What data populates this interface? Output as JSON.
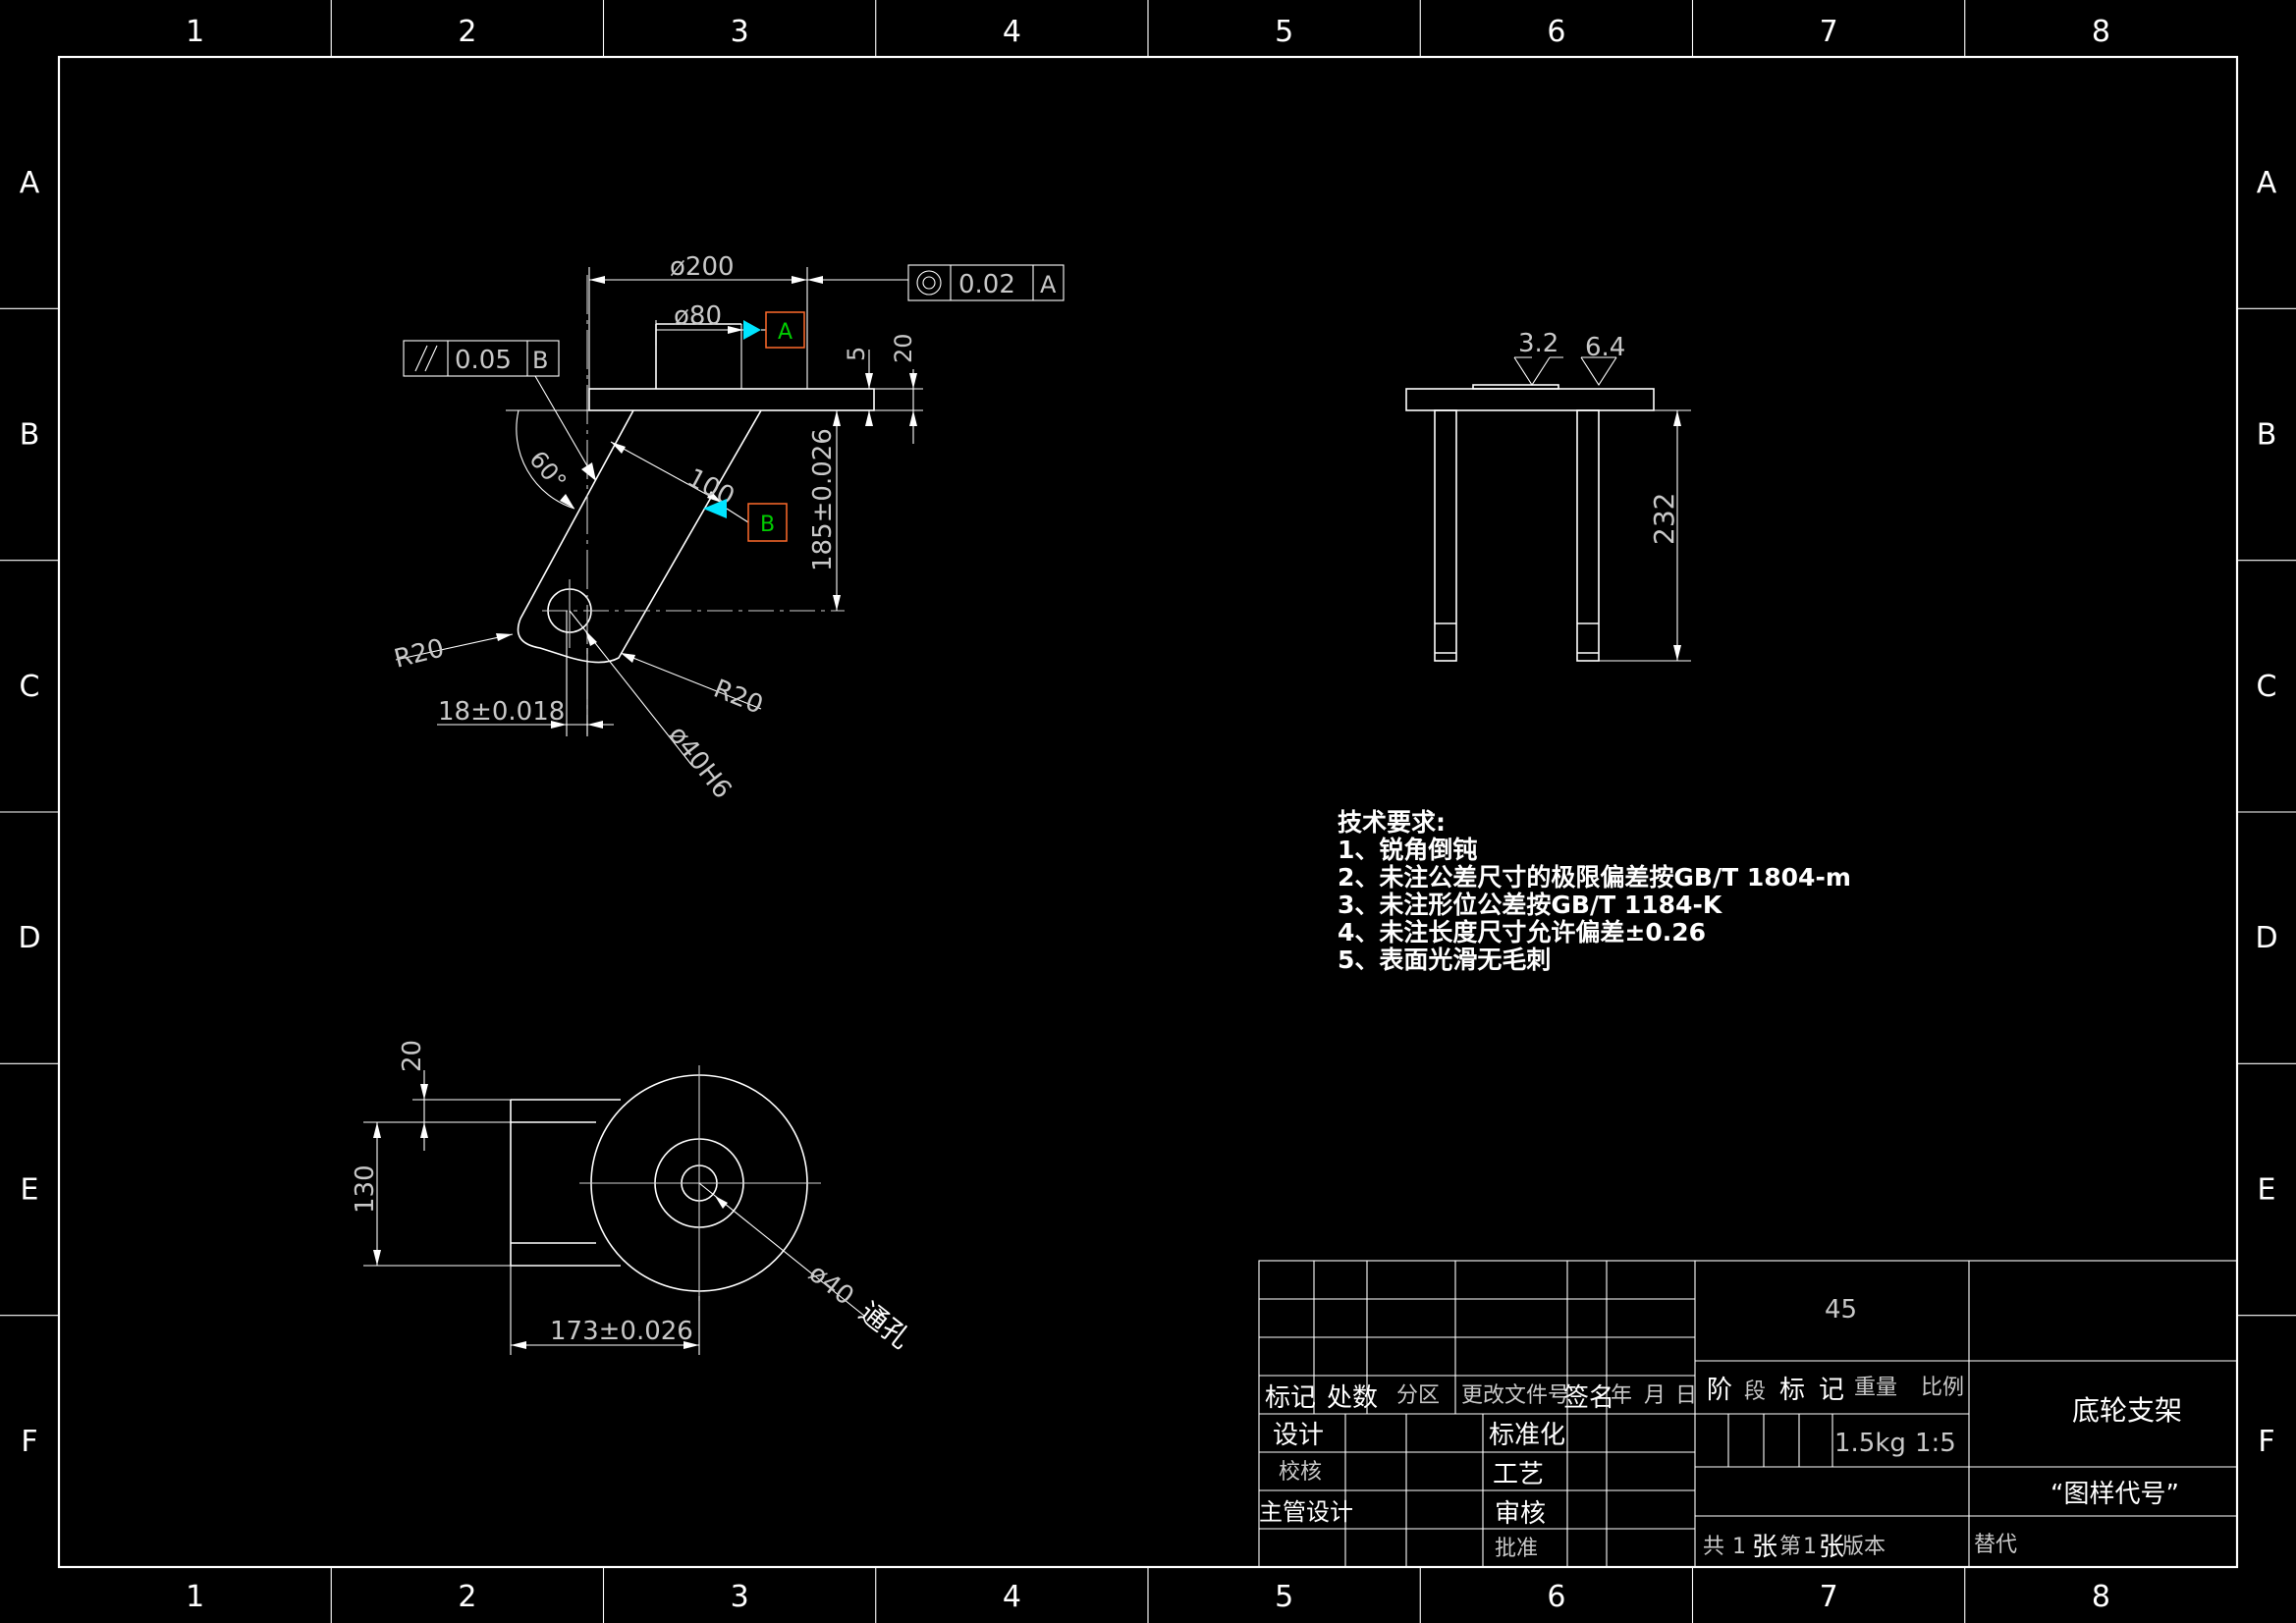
{
  "border": {
    "columns": [
      "1",
      "2",
      "3",
      "4",
      "5",
      "6",
      "7",
      "8"
    ],
    "rows": [
      "A",
      "B",
      "C",
      "D",
      "E",
      "F"
    ]
  },
  "front_view": {
    "dims": {
      "d200": "ø200",
      "d80": "ø80",
      "h5": "5",
      "h20": "20",
      "angle": "60°",
      "len100": "100",
      "h185": "185±0.026",
      "r20_left": "R20",
      "r20_right": "R20",
      "w18": "18±0.018",
      "bore": "ø40H6"
    },
    "concentricity": {
      "symbol": "◎",
      "value": "0.02",
      "datum": "A"
    },
    "parallelism": {
      "symbol": "//",
      "value": "0.05",
      "datum": "B"
    },
    "datum_a": "A",
    "datum_b": "B"
  },
  "side_view": {
    "rough1": "3.2",
    "rough2": "6.4",
    "h232": "232"
  },
  "top_view": {
    "h20": "20",
    "h130": "130",
    "w173": "173±0.026",
    "hole": "ø40",
    "hole_note": "通孔"
  },
  "tech_req": {
    "title": "技术要求:",
    "items": [
      "1、锐角倒钝",
      "2、未注公差尺寸的极限偏差按GB/T 1804-m",
      "3、未注形位公差按GB/T 1184-K",
      " 4、未注长度尺寸允许偏差±0.26",
      "5、表面光滑无毛刺"
    ]
  },
  "title_block": {
    "material": "45",
    "part_name": "底轮支架",
    "drawing_code": "“图样代号”",
    "mark": "标记",
    "count": "处数",
    "zone": "分区",
    "change_doc": "更改文件号",
    "sign": "签名",
    "year": "年",
    "month": "月",
    "day": "日",
    "stage_a": "阶",
    "stage_b": "段",
    "stage_c": "标",
    "stage_d": "记",
    "weight_label": "重量",
    "scale_label": "比例",
    "weight": "1.5kg",
    "scale": "1:5",
    "design": "设计",
    "standard": "标准化",
    "check": "校核",
    "process": "工艺",
    "chief": "主管设计",
    "review": "审核",
    "approve": "批准",
    "total_a": "共",
    "total_n": "1",
    "total_b": "张",
    "sheet_a": "第",
    "sheet_n": "1",
    "sheet_b": "张",
    "version": "版本",
    "replace": "替代"
  },
  "colors": {
    "background": "#000000",
    "line": "#ffffff",
    "datum_marker": "#00e5ff",
    "datum_text": "#00cc00",
    "datum_box": "#ff6a2a"
  }
}
